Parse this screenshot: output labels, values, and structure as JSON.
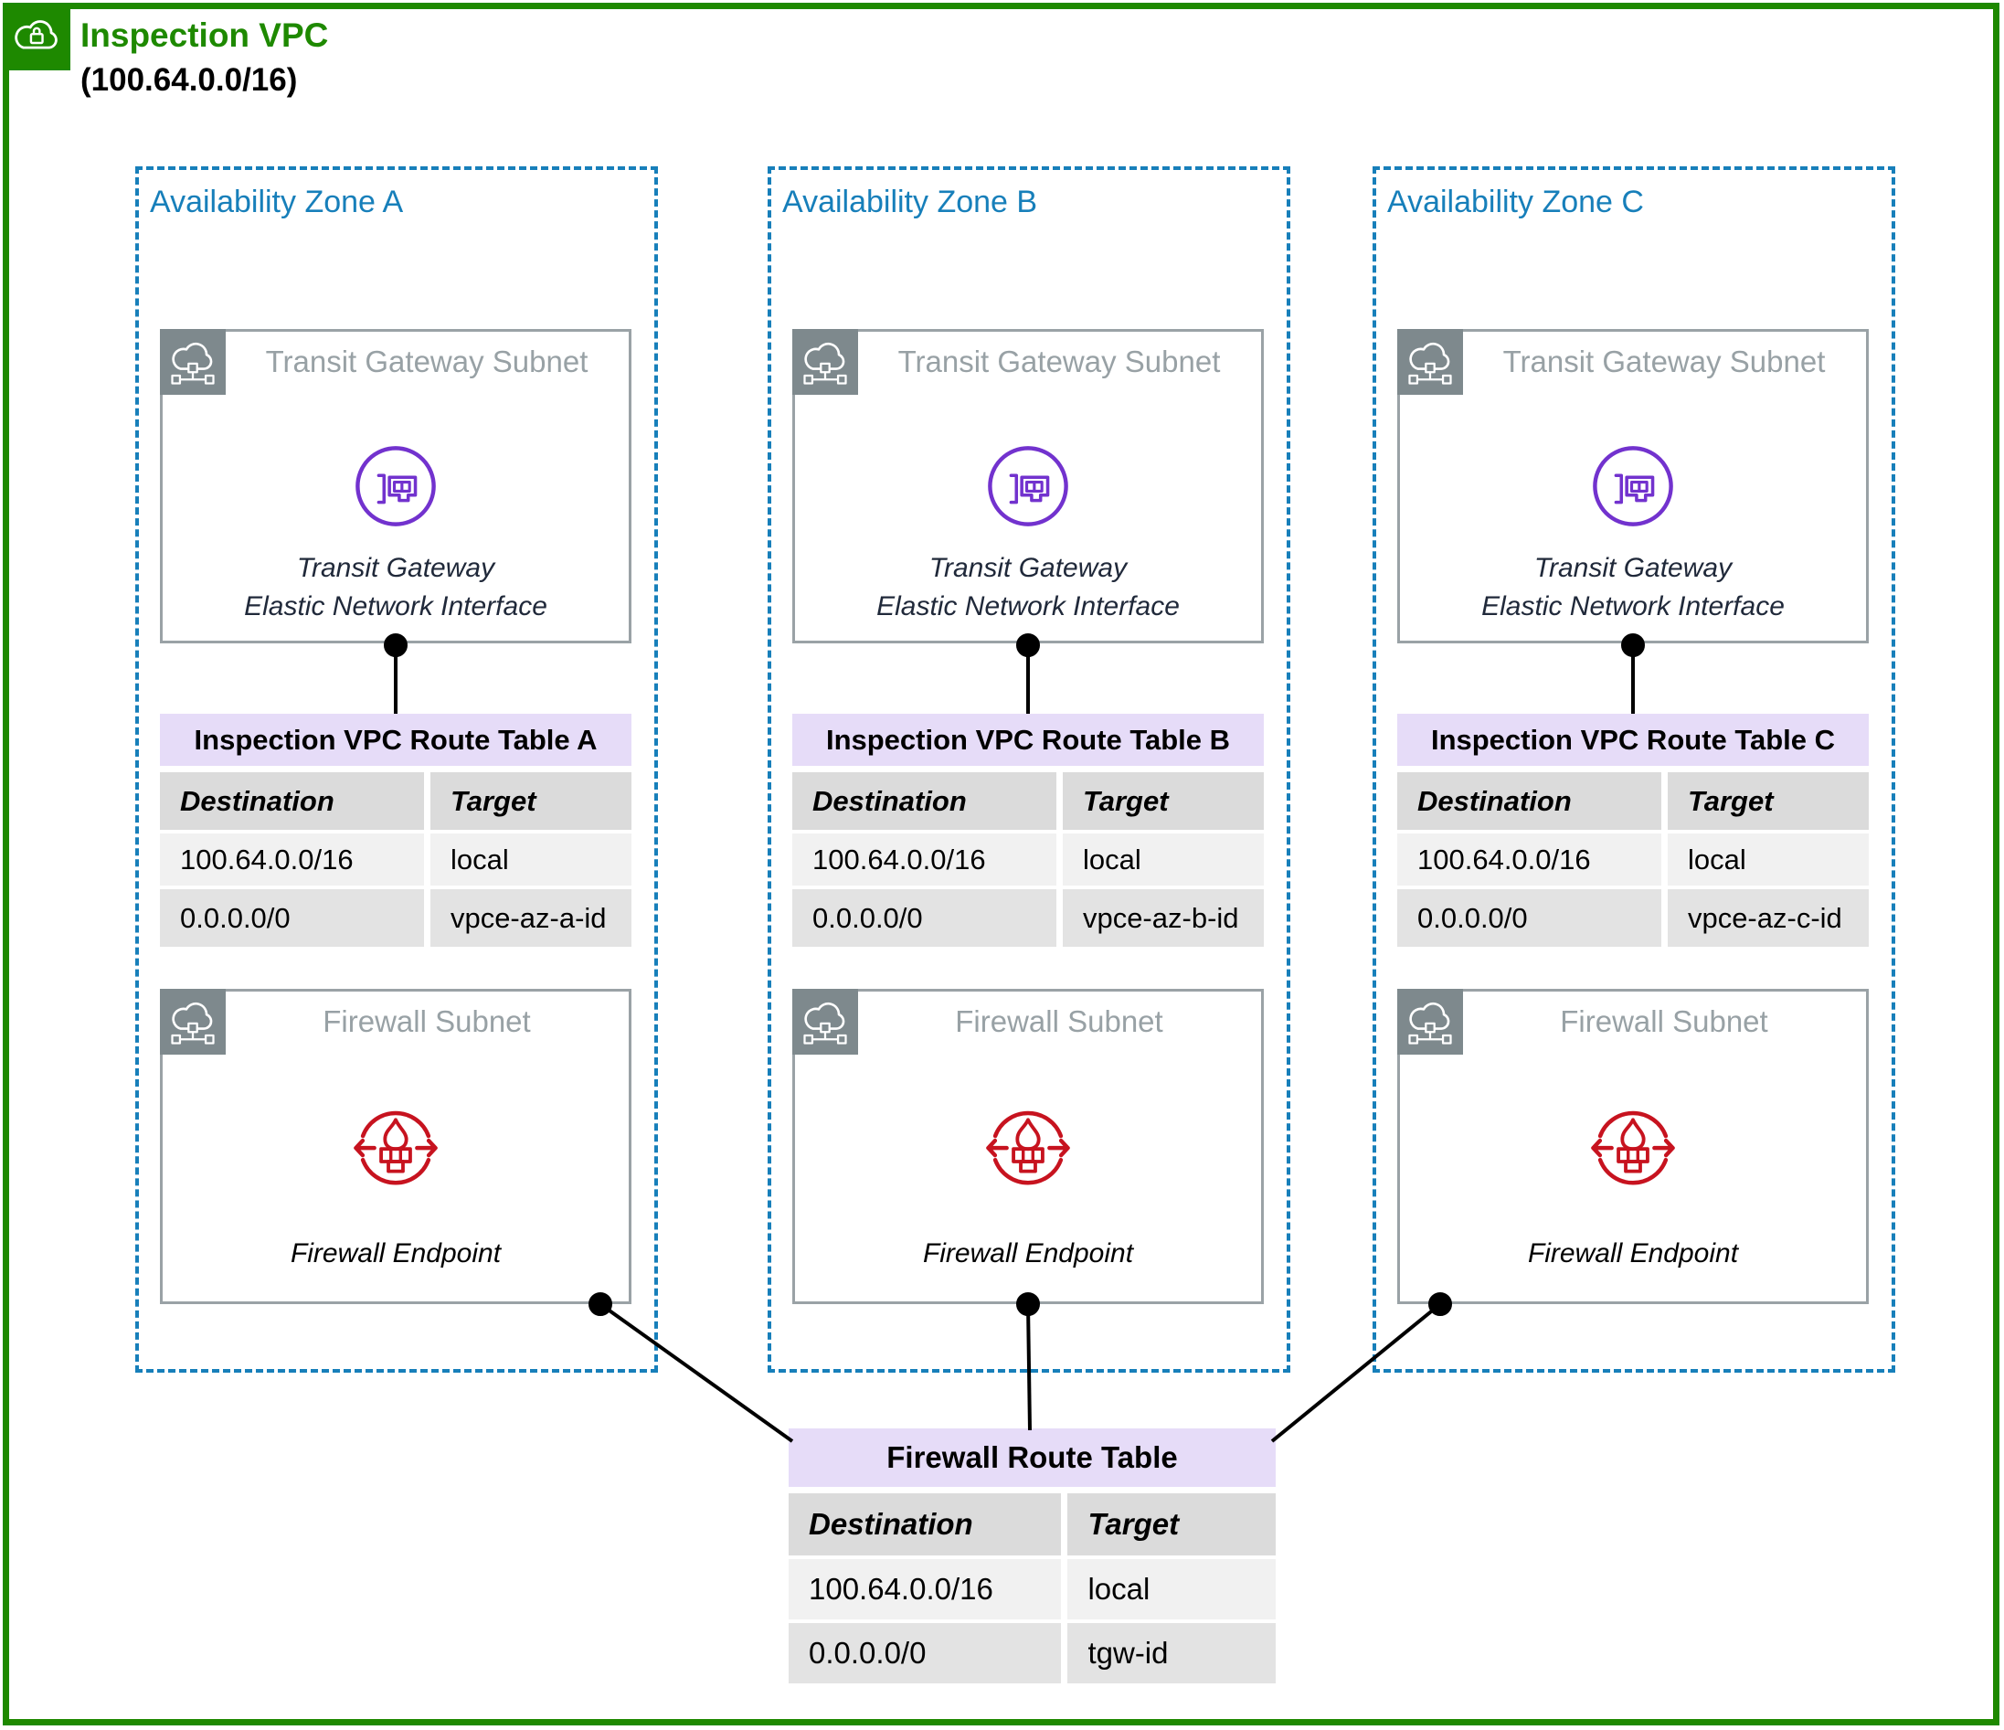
{
  "header": {
    "vpc_title": "Inspection VPC",
    "vpc_cidr": "(100.64.0.0/16)"
  },
  "zones": [
    {
      "label": "Availability Zone A",
      "tgw_subnet": {
        "title": "Transit Gateway Subnet",
        "caption_line1": "Transit Gateway",
        "caption_line2": "Elastic Network Interface"
      },
      "route_table": {
        "title": "Inspection VPC Route Table A",
        "columns": [
          "Destination",
          "Target"
        ],
        "rows": [
          [
            "100.64.0.0/16",
            "local"
          ],
          [
            "0.0.0.0/0",
            "vpce-az-a-id"
          ]
        ]
      },
      "firewall_subnet": {
        "title": "Firewall Subnet",
        "caption": "Firewall Endpoint"
      }
    },
    {
      "label": "Availability Zone B",
      "tgw_subnet": {
        "title": "Transit Gateway Subnet",
        "caption_line1": "Transit Gateway",
        "caption_line2": "Elastic Network Interface"
      },
      "route_table": {
        "title": "Inspection VPC Route Table B",
        "columns": [
          "Destination",
          "Target"
        ],
        "rows": [
          [
            "100.64.0.0/16",
            "local"
          ],
          [
            "0.0.0.0/0",
            "vpce-az-b-id"
          ]
        ]
      },
      "firewall_subnet": {
        "title": "Firewall Subnet",
        "caption": "Firewall Endpoint"
      }
    },
    {
      "label": "Availability Zone C",
      "tgw_subnet": {
        "title": "Transit Gateway Subnet",
        "caption_line1": "Transit Gateway",
        "caption_line2": "Elastic Network Interface"
      },
      "route_table": {
        "title": "Inspection VPC Route Table C",
        "columns": [
          "Destination",
          "Target"
        ],
        "rows": [
          [
            "100.64.0.0/16",
            "local"
          ],
          [
            "0.0.0.0/0",
            "vpce-az-c-id"
          ]
        ]
      },
      "firewall_subnet": {
        "title": "Firewall Subnet",
        "caption": "Firewall Endpoint"
      }
    }
  ],
  "firewall_route_table": {
    "title": "Firewall Route Table",
    "columns": [
      "Destination",
      "Target"
    ],
    "rows": [
      [
        "100.64.0.0/16",
        "local"
      ],
      [
        "0.0.0.0/0",
        "tgw-id"
      ]
    ]
  },
  "colors": {
    "vpc_green": "#1E8900",
    "az_blue": "#177FBA",
    "subnet_badge_gray": "#7E898D",
    "subnet_border_gray": "#9AA2A6",
    "subnet_title_gray": "#98A1A5",
    "eni_purple": "#7232CE",
    "firewall_red": "#C7131F",
    "route_table_lavender": "#E6DCF8",
    "table_header_gray": "#DBDBDB"
  },
  "icons": {
    "vpc_badge": "vpc-lock-cloud-icon",
    "subnet_badge": "private-subnet-icon",
    "eni": "elastic-network-interface-icon",
    "firewall": "network-firewall-endpoint-icon"
  }
}
